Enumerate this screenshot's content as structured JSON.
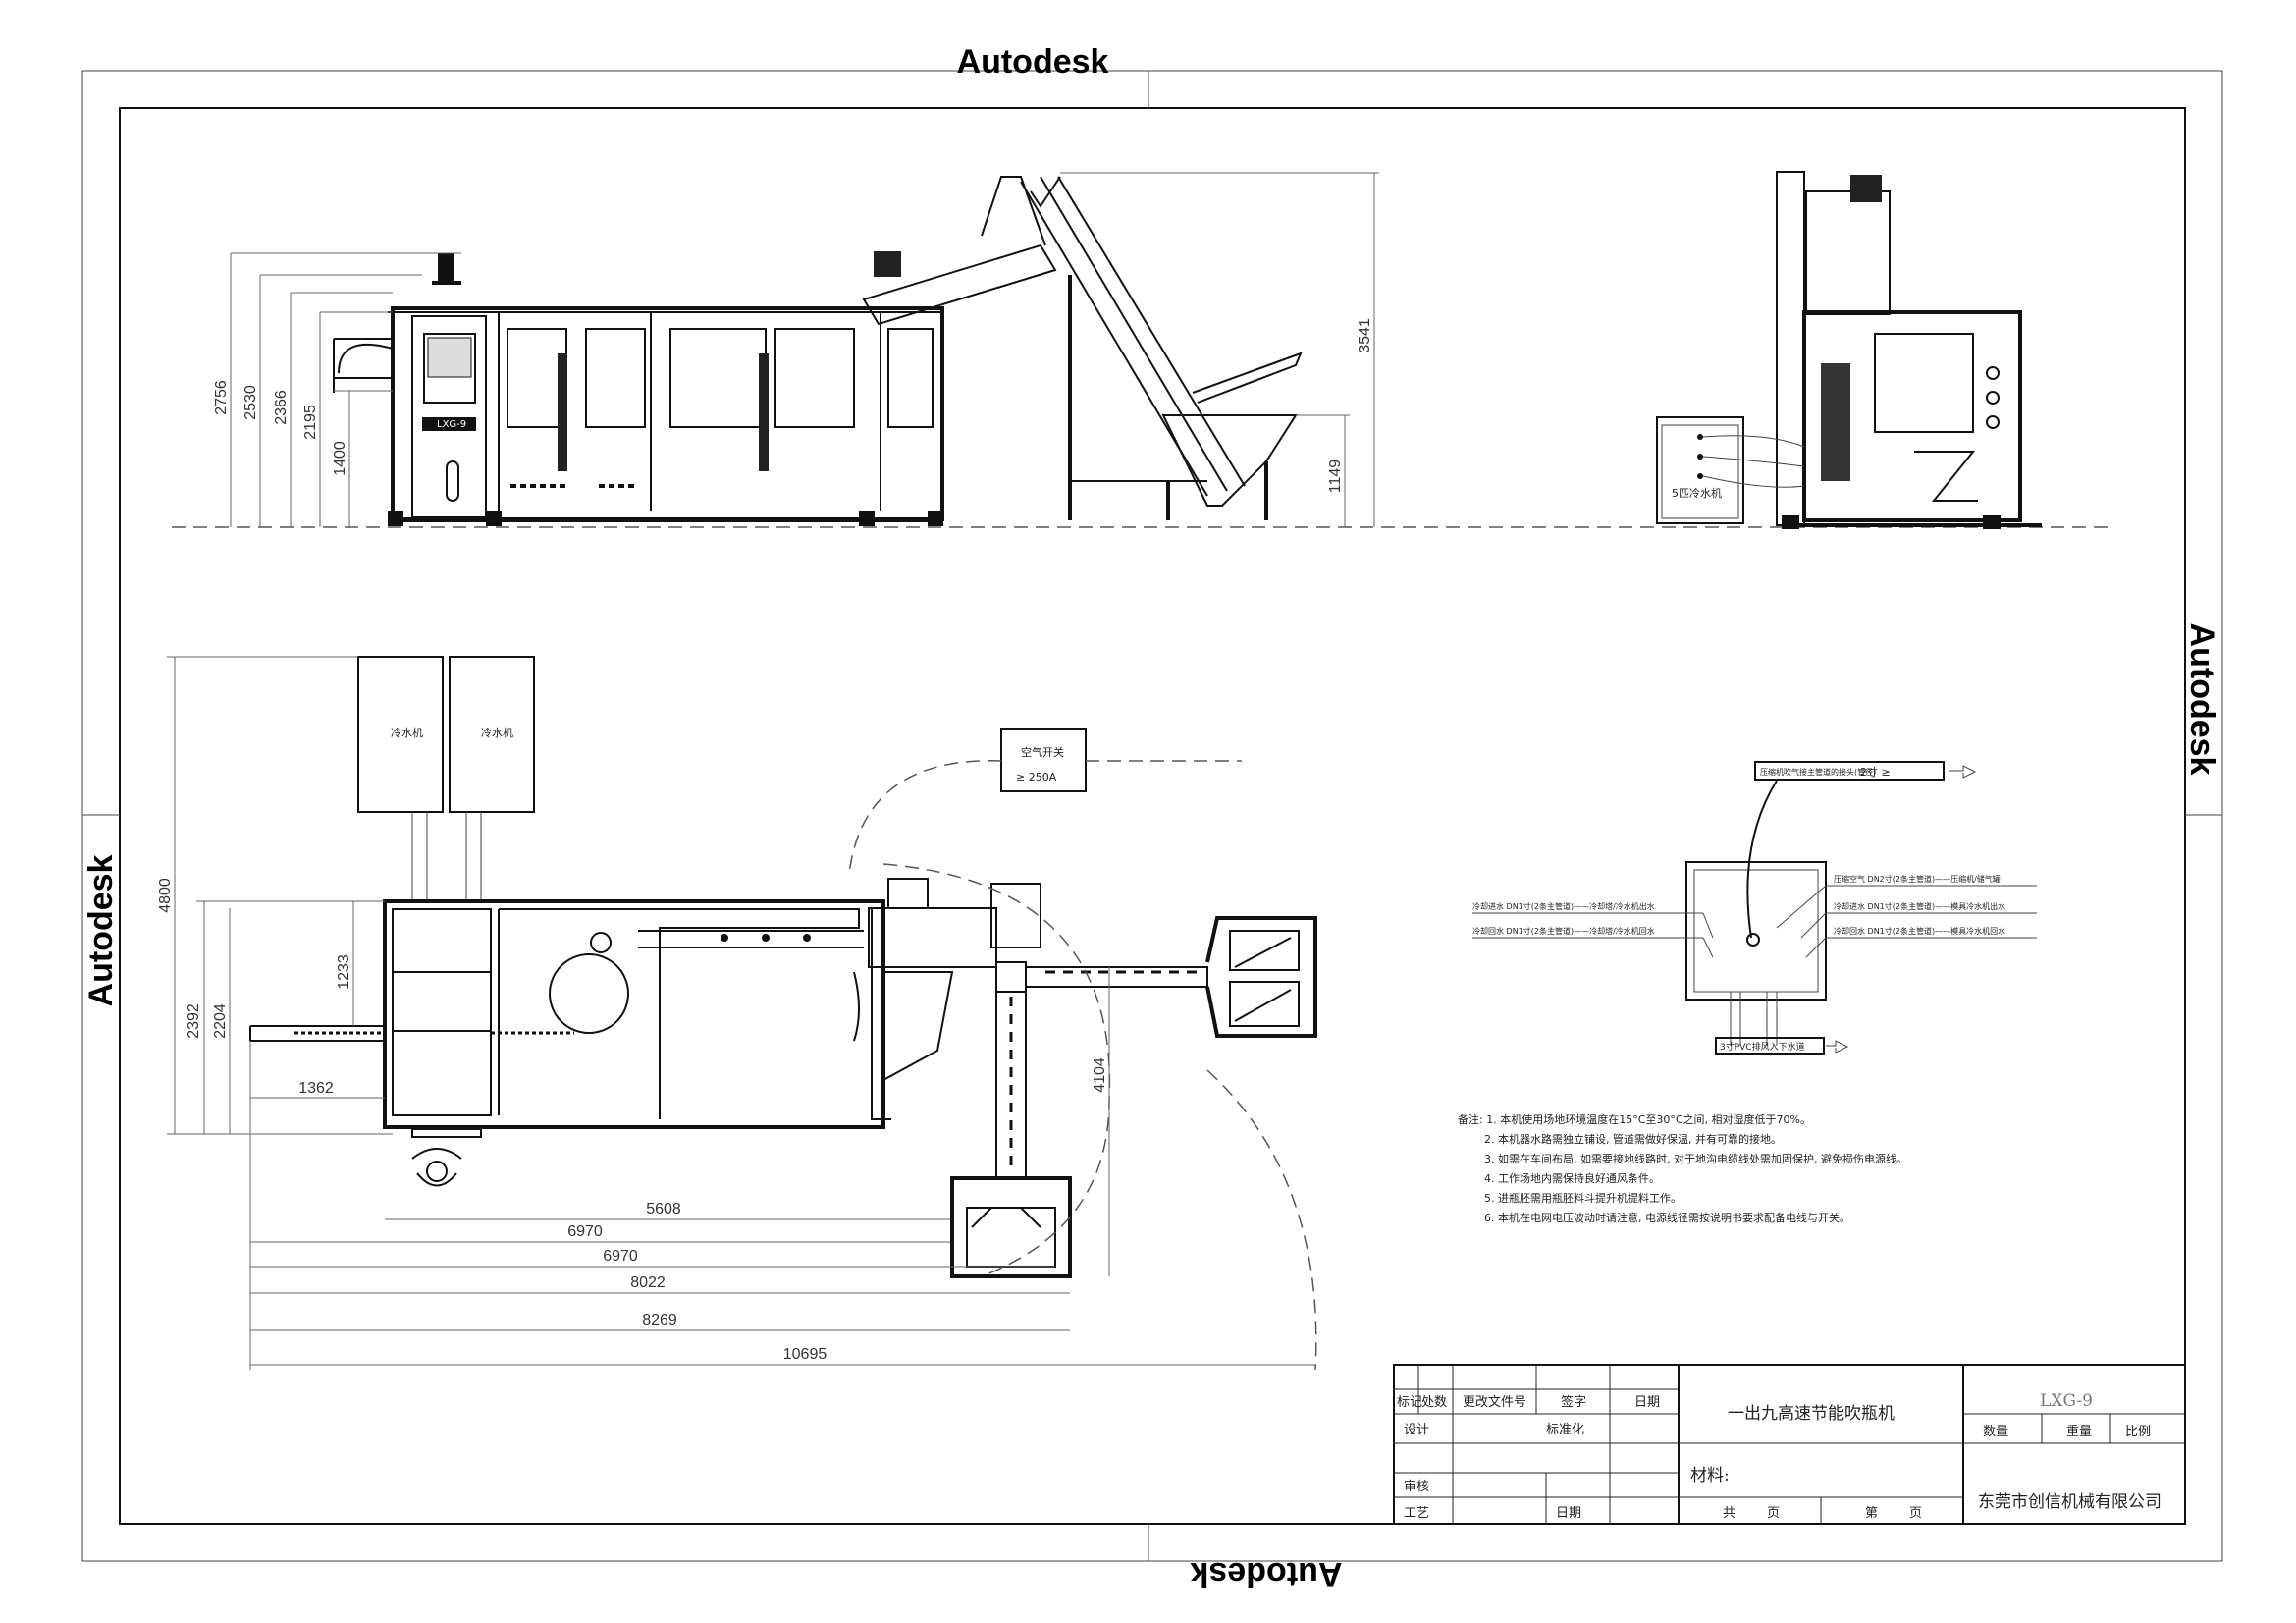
{
  "watermarks": {
    "top": "Autodesk",
    "right": "Autodesk",
    "left": "Autodesk",
    "bottom": "Autodesk"
  },
  "side_view_dims": {
    "heights": [
      "2756",
      "2530",
      "2366",
      "2195",
      "1400"
    ],
    "conveyor_height": "3541",
    "hopper_height": "1149"
  },
  "machine_label": "LXG-9",
  "chiller_label": "5匹冷水机",
  "plan_view": {
    "chiller_boxes": [
      "冷水机",
      "冷水机"
    ],
    "air_label_1": "空气开关",
    "air_label_2": "≥ 250A",
    "dims_left": [
      "4800",
      "2392",
      "2204",
      "1233"
    ],
    "dim_1362": "1362",
    "dim_4104": "4104",
    "dims_bottom": [
      "5608",
      "6970",
      "6970",
      "8022",
      "8269",
      "10695"
    ]
  },
  "pipe_diagram": {
    "top_label": "压缩机吹气接主管道的接头(管径)",
    "top_size": "2寸 ≥",
    "bottom_label": "3寸PVC排风入下水道",
    "left_labels": [
      "冷却进水 DN1寸(2条主管道)——冷却塔/冷水机出水",
      "冷却回水 DN1寸(2条主管道)——冷却塔/冷水机回水"
    ],
    "right_labels": [
      "压缩空气 DN2寸(2条主管道)——压缩机/储气罐",
      "冷却进水 DN1寸(2条主管道)——模具冷水机出水",
      "冷却回水 DN1寸(2条主管道)——模具冷水机回水"
    ]
  },
  "notes": [
    "备注: 1. 本机使用场地环境温度在15°C至30°C之间, 相对湿度低于70%。",
    "2. 本机器水路需独立铺设, 管道需做好保温, 并有可靠的接地。",
    "3. 如需在车间布局, 如需要接地线路时, 对于地沟电缆线处需加固保护, 避免损伤电源线。",
    "4. 工作场地内需保持良好通风条件。",
    "5. 进瓶胚需用瓶胚料斗提升机提料工作。",
    "6. 本机在电网电压波动时请注意, 电源线径需按说明书要求配备电线与开关。"
  ],
  "title_block": {
    "row1": [
      "标记",
      "处数",
      "更改文件号",
      "签字",
      "日期"
    ],
    "design": "设计",
    "standard": "标准化",
    "review": "审核",
    "process": "工艺",
    "date": "日期",
    "product_name": "一出九高速节能吹瓶机",
    "material": "材料:",
    "sheets_total": "共",
    "sheets_unit": "页",
    "sheet_no": "第",
    "sheet_unit2": "页",
    "drawing_no": "LXG-9",
    "weight_hdr": [
      "数量",
      "重量",
      "比例"
    ],
    "company": "东莞市创信机械有限公司"
  },
  "colors": {
    "ink": "#111111",
    "paper": "#ffffff"
  }
}
